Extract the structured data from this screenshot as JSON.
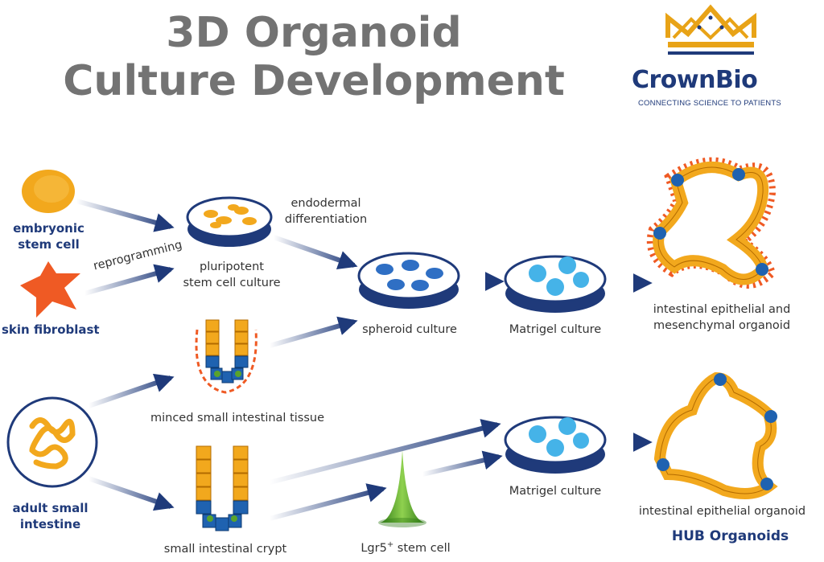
{
  "title": {
    "line1": "3D Organoid",
    "line2": "Culture Development"
  },
  "logo": {
    "name": "CrownBio",
    "tagline": "CONNECTING SCIENCE TO PATIENTS",
    "colors": {
      "crown": "#e8a317",
      "text": "#1f3a7a"
    }
  },
  "labels": {
    "embryonic_stem_cell": "embryonic\nstem cell",
    "skin_fibroblast": "skin fibroblast",
    "adult_small_intestine": "adult small\nintestine",
    "reprogramming": "reprogramming",
    "pluripotent_culture": "pluripotent\nstem cell culture",
    "endodermal_differentiation": "endodermal\ndifferentiation",
    "spheroid_culture": "spheroid culture",
    "matrigel_culture_top": "Matrigel culture",
    "matrigel_culture_bottom": "Matrigel culture",
    "mesenchymal_organoid": "intestinal epithelial and\nmesenchymal organoid",
    "minced_tissue": "minced small intestinal tissue",
    "crypt": "small intestinal crypt",
    "lgr5_prefix": "Lgr5",
    "lgr5_sup": "+",
    "lgr5_suffix": " stem cell",
    "epithelial_organoid": "intestinal epithelial organoid",
    "hub_organoids": "HUB Organoids"
  },
  "colors": {
    "navy": "#1f3a7a",
    "orange_cell": "#f2a81d",
    "red_orange": "#ef5a24",
    "light_blue": "#45b3e8",
    "green": "#5aa32b",
    "blue_cell": "#1f62b0",
    "arrow": "#1f3a7a"
  }
}
